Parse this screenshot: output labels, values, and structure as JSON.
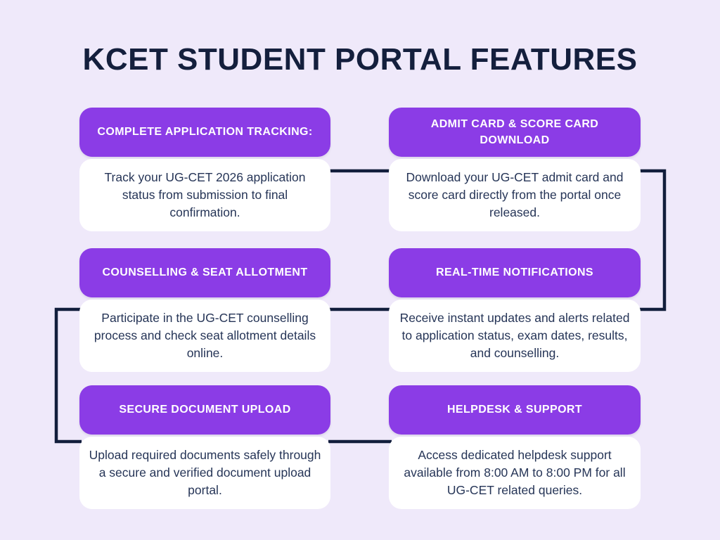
{
  "page": {
    "title": "KCET STUDENT PORTAL FEATURES",
    "background_color": "#EFE9FA"
  },
  "colors": {
    "header_purple": "#8B3CE6",
    "header_text_white": "#FFFFFF",
    "title_navy": "#141F3D",
    "body_text_navy": "#263557",
    "connector_navy": "#121E3C",
    "card_background": "#FFFFFF"
  },
  "cards": [
    {
      "id": "complete-application-tracking",
      "title": "COMPLETE APPLICATION TRACKING:",
      "description": "Track your UG-CET 2026 application status from submission to final confirmation."
    },
    {
      "id": "admit-card-score-card-download",
      "title": "ADMIT CARD & SCORE CARD DOWNLOAD",
      "description": "Download your UG-CET admit card and score card directly from the portal once released."
    },
    {
      "id": "counselling-seat-allotment",
      "title": "COUNSELLING & SEAT ALLOTMENT",
      "description": "Participate in the UG-CET counselling process and check seat allotment details online."
    },
    {
      "id": "real-time-notifications",
      "title": "REAL-TIME NOTIFICATIONS",
      "description": "Receive instant updates and alerts related to application status, exam dates, results, and counselling."
    },
    {
      "id": "secure-document-upload",
      "title": "SECURE DOCUMENT UPLOAD",
      "description": "Upload required documents safely through a secure and verified document upload portal."
    },
    {
      "id": "helpdesk-support",
      "title": "HELPDESK & SUPPORT",
      "description": "Access dedicated helpdesk support available from 8:00 AM to 8:00 PM for all UG-CET related queries."
    }
  ],
  "connectors": [
    {
      "name": "row1-horizontal",
      "from": "complete-application-tracking",
      "to": "admit-card-score-card-download"
    },
    {
      "name": "right-bracket",
      "from": "admit-card-score-card-download",
      "to": "real-time-notifications"
    },
    {
      "name": "row2-horizontal",
      "from": "real-time-notifications",
      "to": "counselling-seat-allotment"
    },
    {
      "name": "left-bracket",
      "from": "counselling-seat-allotment",
      "to": "secure-document-upload"
    },
    {
      "name": "row3-horizontal",
      "from": "secure-document-upload",
      "to": "helpdesk-support"
    }
  ]
}
